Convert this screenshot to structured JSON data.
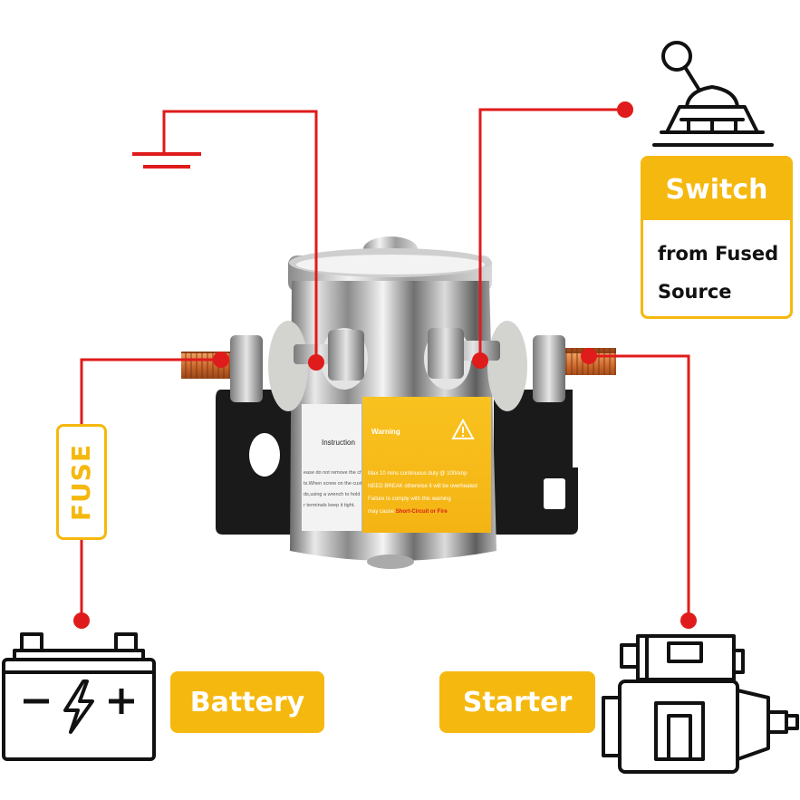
{
  "labels": {
    "switch": "Switch",
    "switch_desc": "from Fused Source",
    "fuse": "FUSE",
    "battery": "Battery",
    "starter": "Starter"
  },
  "sticker": {
    "instruction": "Instruction",
    "instruction_lines": [
      "ease do not remove the chrome",
      "ts.When screw on the custom",
      "ds,using a wrench to hold the",
      "r terminals keep it tight."
    ],
    "warning": "Warning",
    "warning_lines": [
      "Max 10 mins continuous duty @ 100Amp",
      "NEED BREAK otherwise it will be overheated",
      "Failure to comply with this warning",
      "may cause "
    ],
    "warning_emphasis": "Short-Circuit or Fire"
  },
  "colors": {
    "wire": "#e01b1b",
    "accent": "#f5b80e",
    "icon": "#111111"
  },
  "icons": [
    "ground-symbol-icon",
    "toggle-switch-icon",
    "battery-icon",
    "lightning-bolt-icon",
    "starter-motor-icon",
    "solenoid-photo"
  ]
}
